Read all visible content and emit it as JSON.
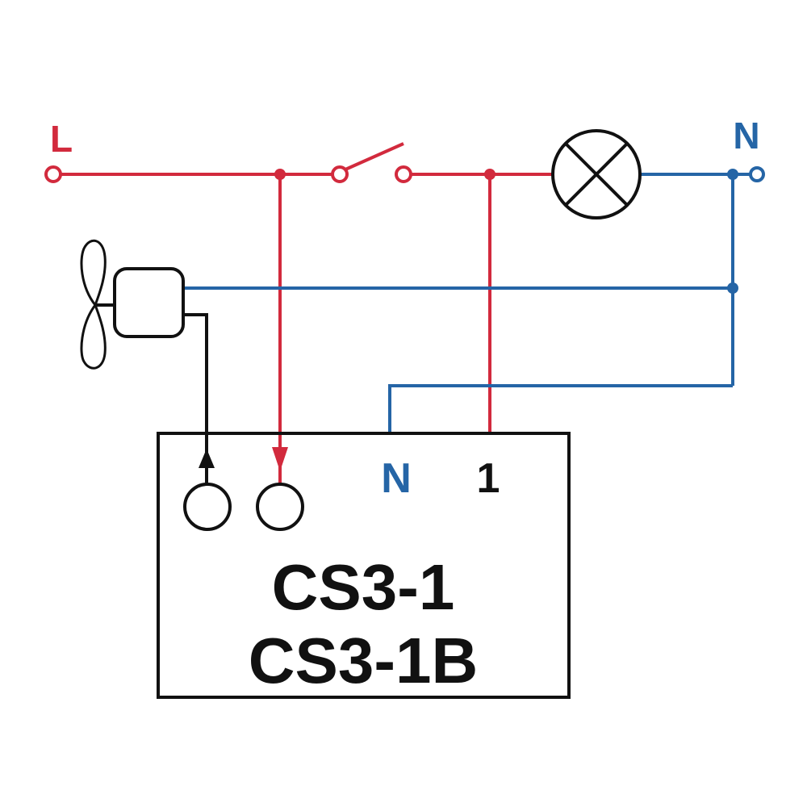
{
  "terminals": {
    "live_label": "L",
    "neutral_label": "N"
  },
  "module": {
    "terminal_n_label": "N",
    "terminal_1_label": "1",
    "model_line_1": "CS3-1",
    "model_line_2": "CS3-1B"
  },
  "colors": {
    "live": "#d22a3d",
    "neutral": "#2565a6",
    "control": "#111111"
  },
  "components": {
    "switch_icon": "switch-icon",
    "lamp_icon": "lamp-icon",
    "fan_icon": "fan-icon"
  }
}
